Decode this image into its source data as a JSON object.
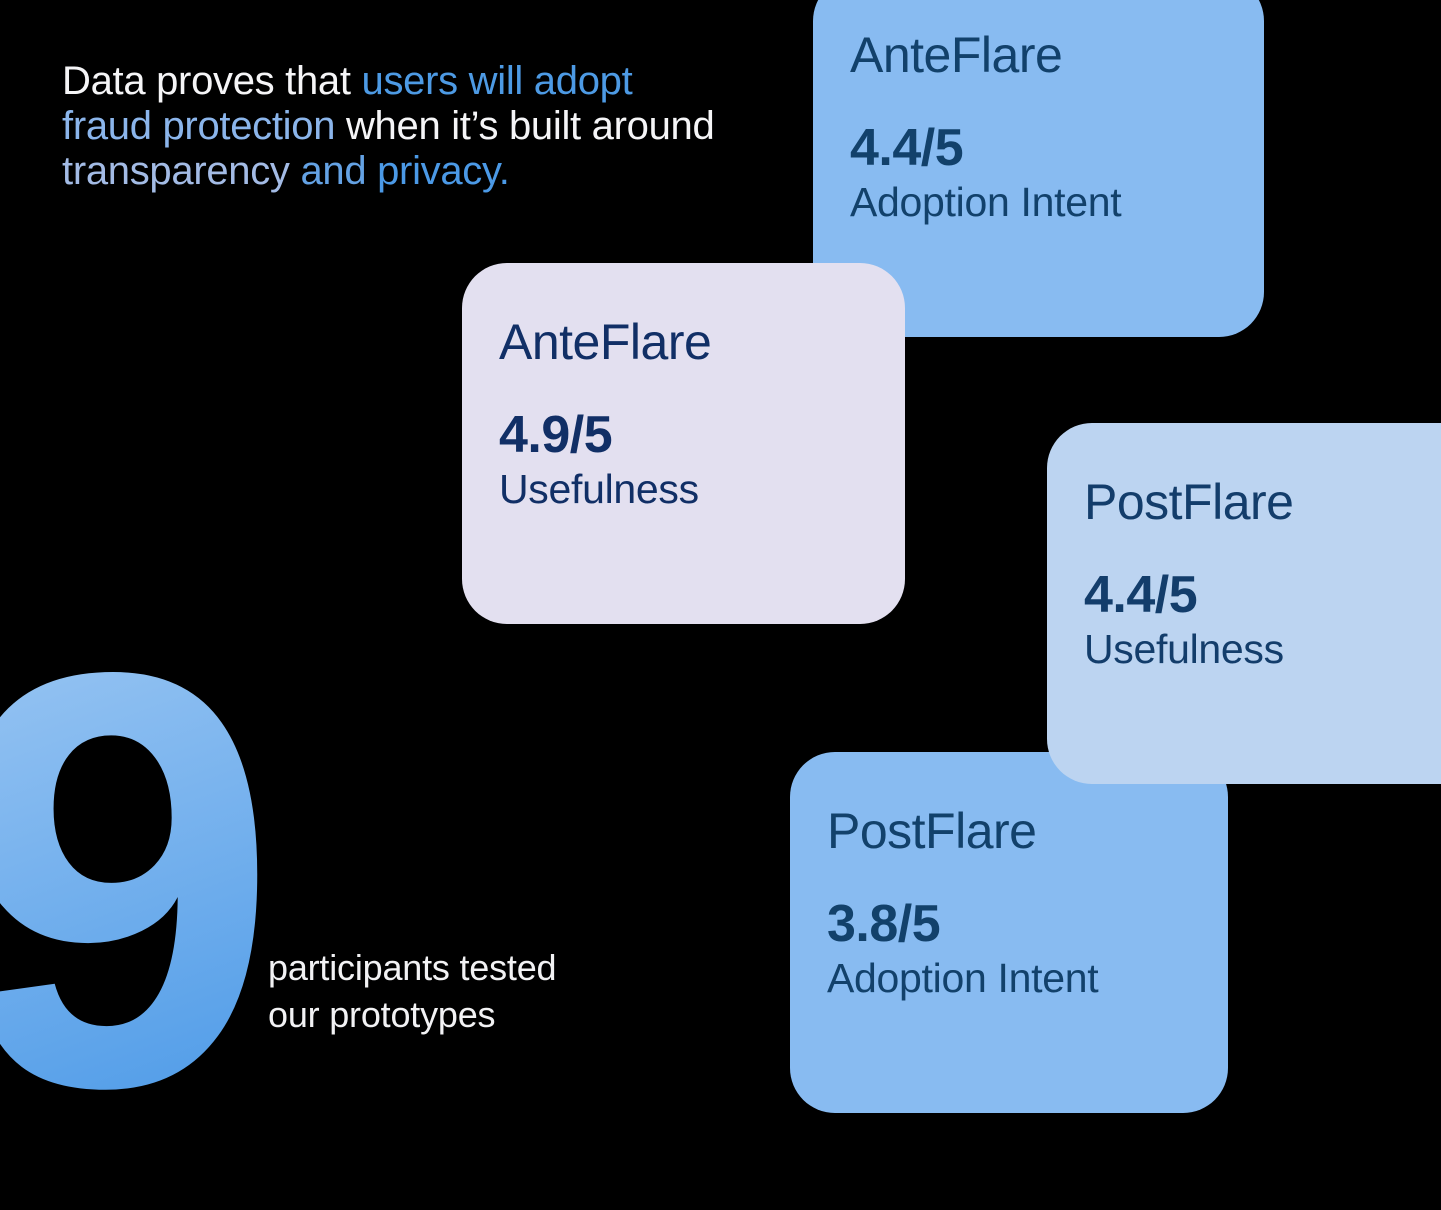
{
  "colors": {
    "background": "#000000",
    "white_text": "#f5f5f7",
    "caption_text": "#f2f2f4"
  },
  "heading": {
    "full_text": "Data proves that users will adopt fraud protection when it’s built around transparency and privacy.",
    "lines": [
      [
        {
          "text": "Data proves that ",
          "color": "#f5f5f7"
        },
        {
          "text": "users will adopt",
          "color": "#4d9ae4"
        }
      ],
      [
        {
          "text": "fraud protection",
          "color": "#8bb5eb"
        },
        {
          "text": " when it’s built around",
          "color": "#f5f5f7"
        }
      ],
      [
        {
          "text": "transparency",
          "color": "#a3bbe5"
        },
        {
          "text": " and ",
          "color": "#64a2e4"
        },
        {
          "text": "privacy.",
          "color": "#4b99e6"
        }
      ]
    ]
  },
  "cards": [
    {
      "product": "AnteFlare",
      "score": "4.4/5",
      "metric": "Adoption Intent",
      "bg_color": "#88bbf1",
      "text_color": "#12416b"
    },
    {
      "product": "AnteFlare",
      "score": "4.9/5",
      "metric": "Usefulness",
      "bg_color": "#e3e0f0",
      "text_color": "#112f66"
    },
    {
      "product": "PostFlare",
      "score": "4.4/5",
      "metric": "Usefulness",
      "bg_color": "#bcd4f1",
      "text_color": "#133d6b"
    },
    {
      "product": "PostFlare",
      "score": "3.8/5",
      "metric": "Adoption Intent",
      "bg_color": "#88bbf1",
      "text_color": "#12416b"
    }
  ],
  "stat": {
    "value": "9",
    "caption_lines": [
      "participants tested",
      "our prototypes"
    ],
    "gradient": [
      "#9cc7f3",
      "#57a0e9"
    ]
  }
}
